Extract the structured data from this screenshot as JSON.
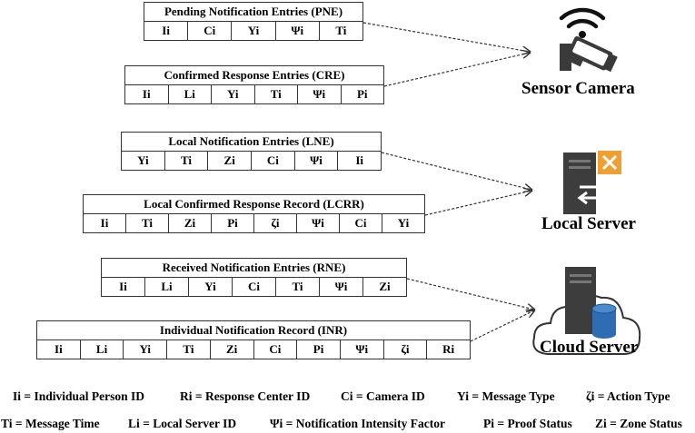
{
  "tables": [
    {
      "title": "Pending Notification Entries (PNE)",
      "fields": [
        "Ii",
        "Ci",
        "Yi",
        "Ψi",
        "Ti"
      ]
    },
    {
      "title": "Confirmed Response Entries (CRE)",
      "fields": [
        "Ii",
        "Li",
        "Yi",
        "Ti",
        "Ψi",
        "Pi"
      ]
    },
    {
      "title": "Local Notification Entries (LNE)",
      "fields": [
        "Yi",
        "Ti",
        "Zi",
        "Ci",
        "Ψi",
        "Ii"
      ]
    },
    {
      "title": "Local Confirmed Response Record (LCRR)",
      "fields": [
        "Ii",
        "Ti",
        "Zi",
        "Pi",
        "ζi",
        "Ψi",
        "Ci",
        "Yi"
      ]
    },
    {
      "title": "Received Notification Entries (RNE)",
      "fields": [
        "Ii",
        "Li",
        "Yi",
        "Ci",
        "Ti",
        "Ψi",
        "Zi"
      ]
    },
    {
      "title": "Individual Notification Record (INR)",
      "fields": [
        "Ii",
        "Li",
        "Yi",
        "Ti",
        "Zi",
        "Ci",
        "Pi",
        "Ψi",
        "ζi",
        "Ri"
      ]
    }
  ],
  "devices": {
    "camera": {
      "label": "Sensor Camera",
      "icon": "wifi-camera-icon"
    },
    "local": {
      "label": "Local Server",
      "icon": "server-exchange-icon"
    },
    "cloud": {
      "label": "Cloud Server",
      "icon": "cloud-server-database-icon"
    }
  },
  "legend": {
    "row1": [
      "Ii =  Individual Person ID",
      "Ri = Response Center ID",
      "Ci = Camera ID",
      "Yi = Message Type",
      "ζi = Action Type"
    ],
    "row2": [
      "Ti = Message Time",
      "Li = Local Server ID",
      "Ψi = Notification Intensity Factor",
      "Pi = Proof Status",
      "Zi = Zone Status"
    ]
  },
  "colors": {
    "accent_orange": "#f0a030",
    "server_gray": "#3d3d3d",
    "db_blue": "#2e6db4"
  }
}
